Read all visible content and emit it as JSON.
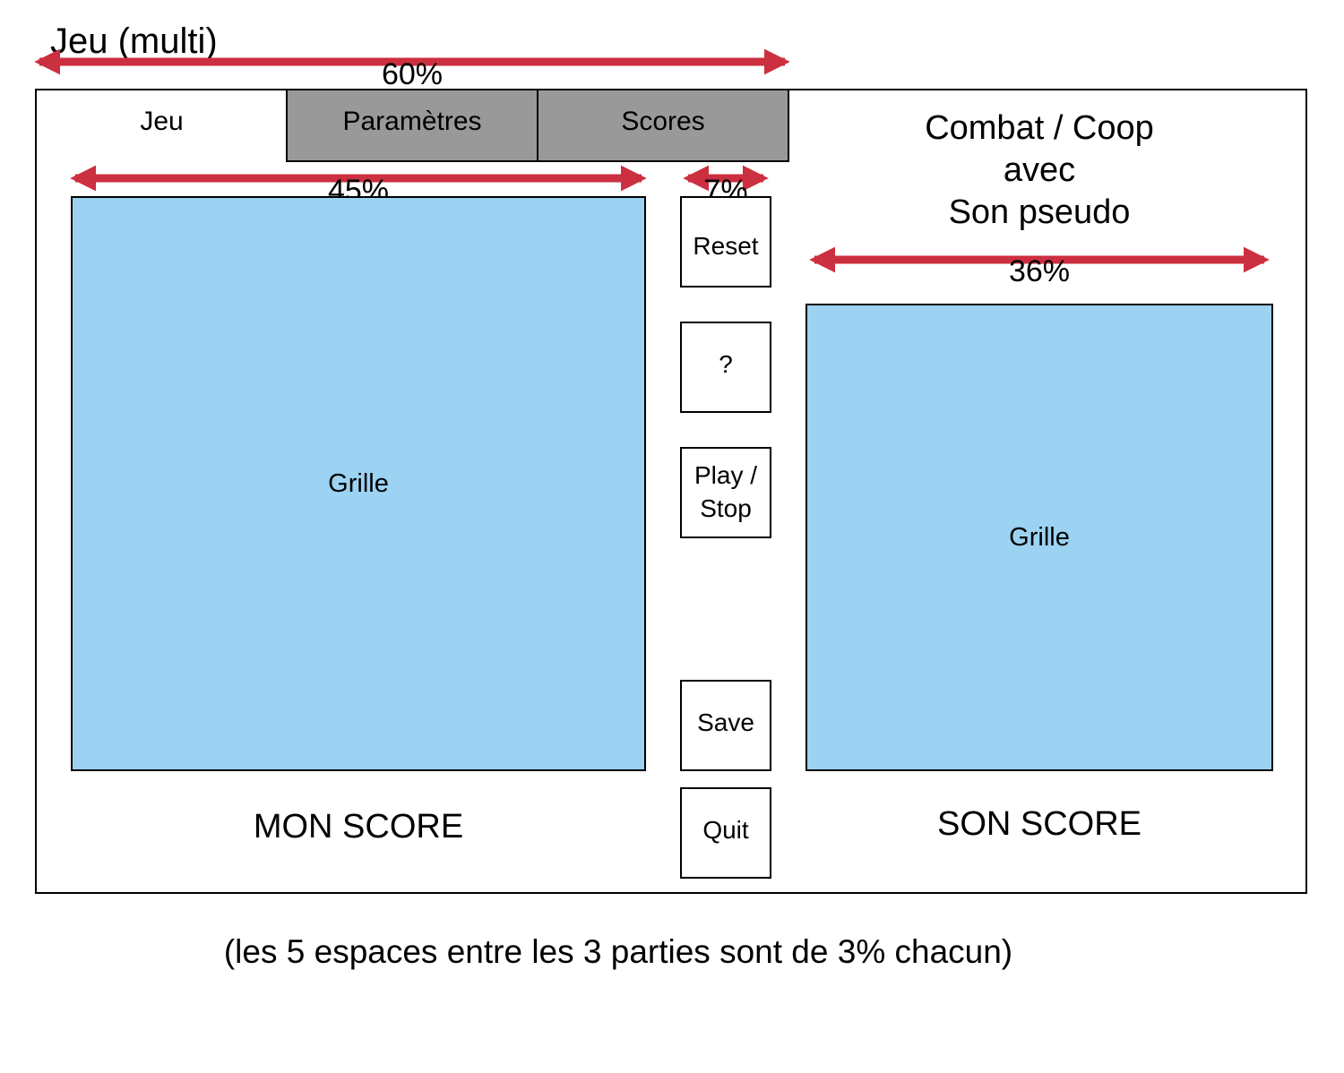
{
  "page_title": "Jeu (multi)",
  "tabs": [
    {
      "label": "Jeu",
      "active": true
    },
    {
      "label": "Paramètres",
      "active": false
    },
    {
      "label": "Scores",
      "active": false
    }
  ],
  "dimensions": {
    "tabs_width": "60%",
    "my_grid_width": "45%",
    "buttons_width": "7%",
    "opponent_grid_width": "36%"
  },
  "opponent_heading": [
    "Combat / Coop",
    "avec",
    "Son pseudo"
  ],
  "my_grid": {
    "label": "Grille"
  },
  "opponent_grid": {
    "label": "Grille"
  },
  "buttons": {
    "reset": "Reset",
    "help": "?",
    "play_stop_line1": "Play /",
    "play_stop_line2": "Stop",
    "save": "Save",
    "quit": "Quit"
  },
  "my_score": "MON SCORE",
  "opponent_score": "SON SCORE",
  "footnote": "(les 5 espaces entre les 3 parties sont de 3% chacun)",
  "colors": {
    "grid_fill": "#9cd2f2",
    "inactive_tab": "#999999",
    "arrow": "#cc2f3f"
  }
}
